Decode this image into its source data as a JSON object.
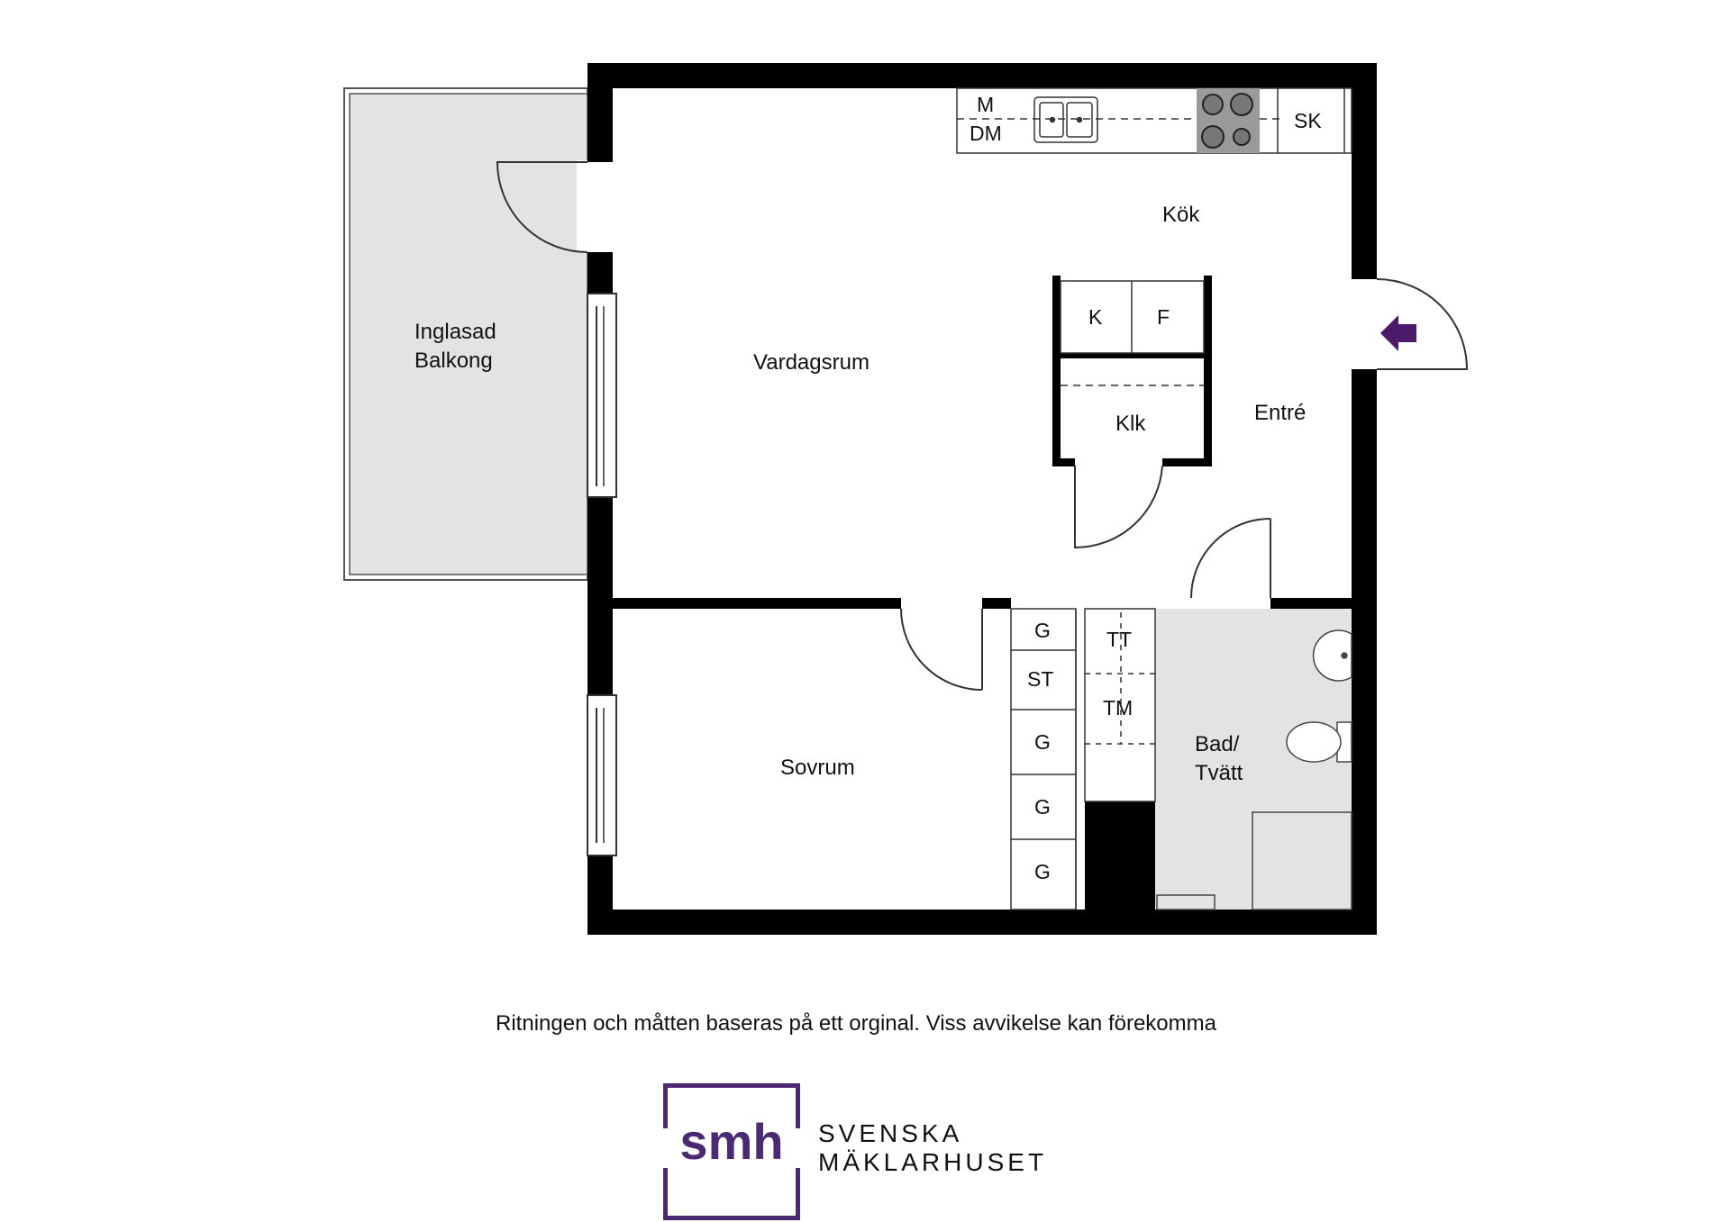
{
  "rooms": {
    "balcony_line1": "Inglasad",
    "balcony_line2": "Balkong",
    "living": "Vardagsrum",
    "kitchen": "Kök",
    "entrance": "Entré",
    "closet": "Klk",
    "bedroom": "Sovrum",
    "bath_line1": "Bad/",
    "bath_line2": "Tvätt"
  },
  "fixtures": {
    "microwave": "M",
    "dishwasher": "DM",
    "cabinet_sk": "SK",
    "fridge": "K",
    "freezer": "F",
    "wardrobe_g1": "G",
    "wardrobe_st": "ST",
    "wardrobe_g2": "G",
    "wardrobe_g3": "G",
    "wardrobe_g4": "G",
    "dryer": "TT",
    "washer": "TM"
  },
  "disclaimer": "Ritningen och måtten baseras på ett orginal. Viss avvikelse kan förekomma",
  "brand": {
    "mark": "smh",
    "line1": "SVENSKA",
    "line2": "MÄKLARHUSET"
  },
  "colors": {
    "wall": "#000000",
    "balcony_fill": "#e3e3e3",
    "bath_fill": "#e3e3e3",
    "entrance_arrow": "#4b1a6b",
    "brand_purple": "#4b2a73"
  }
}
